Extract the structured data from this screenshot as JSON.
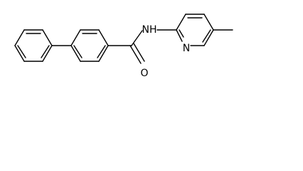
{
  "molecule": {
    "atom_labels": {
      "amide_nitrogen": "NH",
      "amide_oxygen": "O",
      "pyridine_nitrogen": "N"
    },
    "colors": {
      "bonds": "#000000",
      "labels": "#000000",
      "background": "#ffffff"
    }
  }
}
